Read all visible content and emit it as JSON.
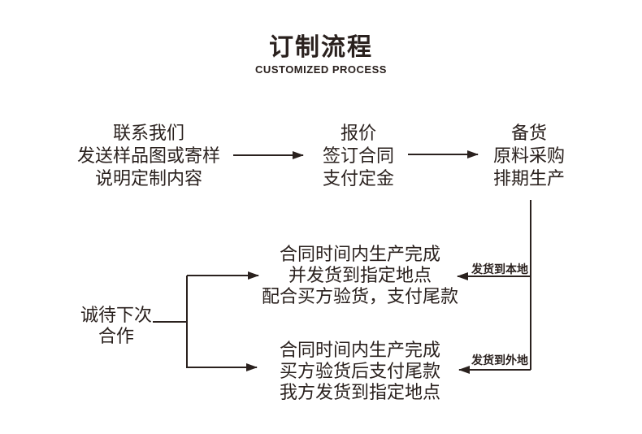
{
  "page": {
    "title": "订制流程",
    "subtitle": "CUSTOMIZED PROCESS",
    "ink_color": "#2a211e",
    "background_color": "#ffffff"
  },
  "steps": {
    "contact": {
      "lines": [
        "联系我们",
        "发送样品图或寄样",
        "说明定制内容"
      ]
    },
    "quote": {
      "lines": [
        "报价",
        "签订合同",
        "支付定金"
      ]
    },
    "stock": {
      "lines": [
        "备货",
        "原料采购",
        "排期生产"
      ]
    },
    "local_outcome": {
      "lines": [
        "合同时间内生产完成",
        "并发货到指定地点",
        "配合买方验货，支付尾款"
      ]
    },
    "remote_outcome": {
      "lines": [
        "合同时间内生产完成",
        "买方验货后支付尾款",
        "我方发货到指定地点"
      ]
    },
    "next_cooperation": {
      "lines": [
        "诚待下次",
        "合作"
      ]
    }
  },
  "arrow_labels": {
    "to_local": "发货到本地",
    "to_remote": "发货到外地"
  }
}
